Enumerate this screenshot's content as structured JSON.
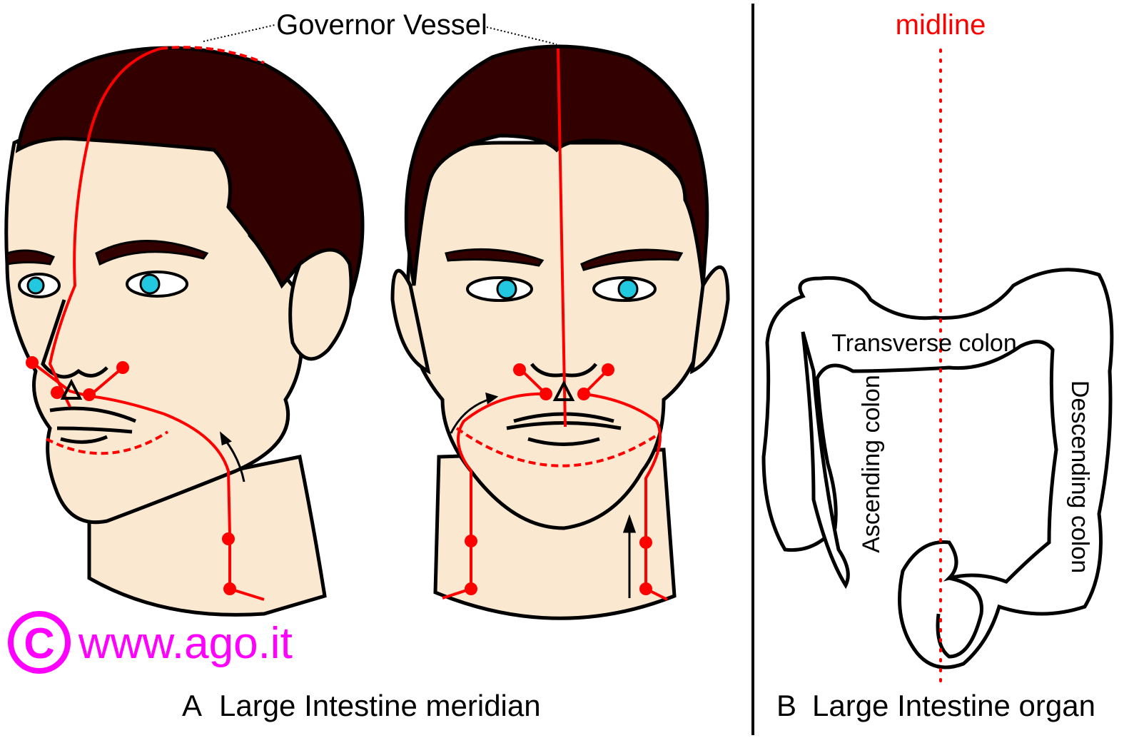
{
  "labels": {
    "governor_vessel": "Governor Vessel",
    "midline": "midline",
    "transverse_colon": "Transverse colon",
    "ascending_colon": "Ascending colon",
    "descending_colon": "Descending colon"
  },
  "captions": {
    "a_letter": "A",
    "a_text": "Large Intestine meridian",
    "b_letter": "B",
    "b_text": "Large Intestine organ"
  },
  "watermark": {
    "symbol": "©",
    "url": "www.ago.it"
  },
  "colors": {
    "meridian": "#ff0000",
    "hair": "#330000",
    "skin": "#fbe8d0",
    "eye": "#22c8e0",
    "watermark": "#ff00ff",
    "midline": "#ff0000"
  }
}
